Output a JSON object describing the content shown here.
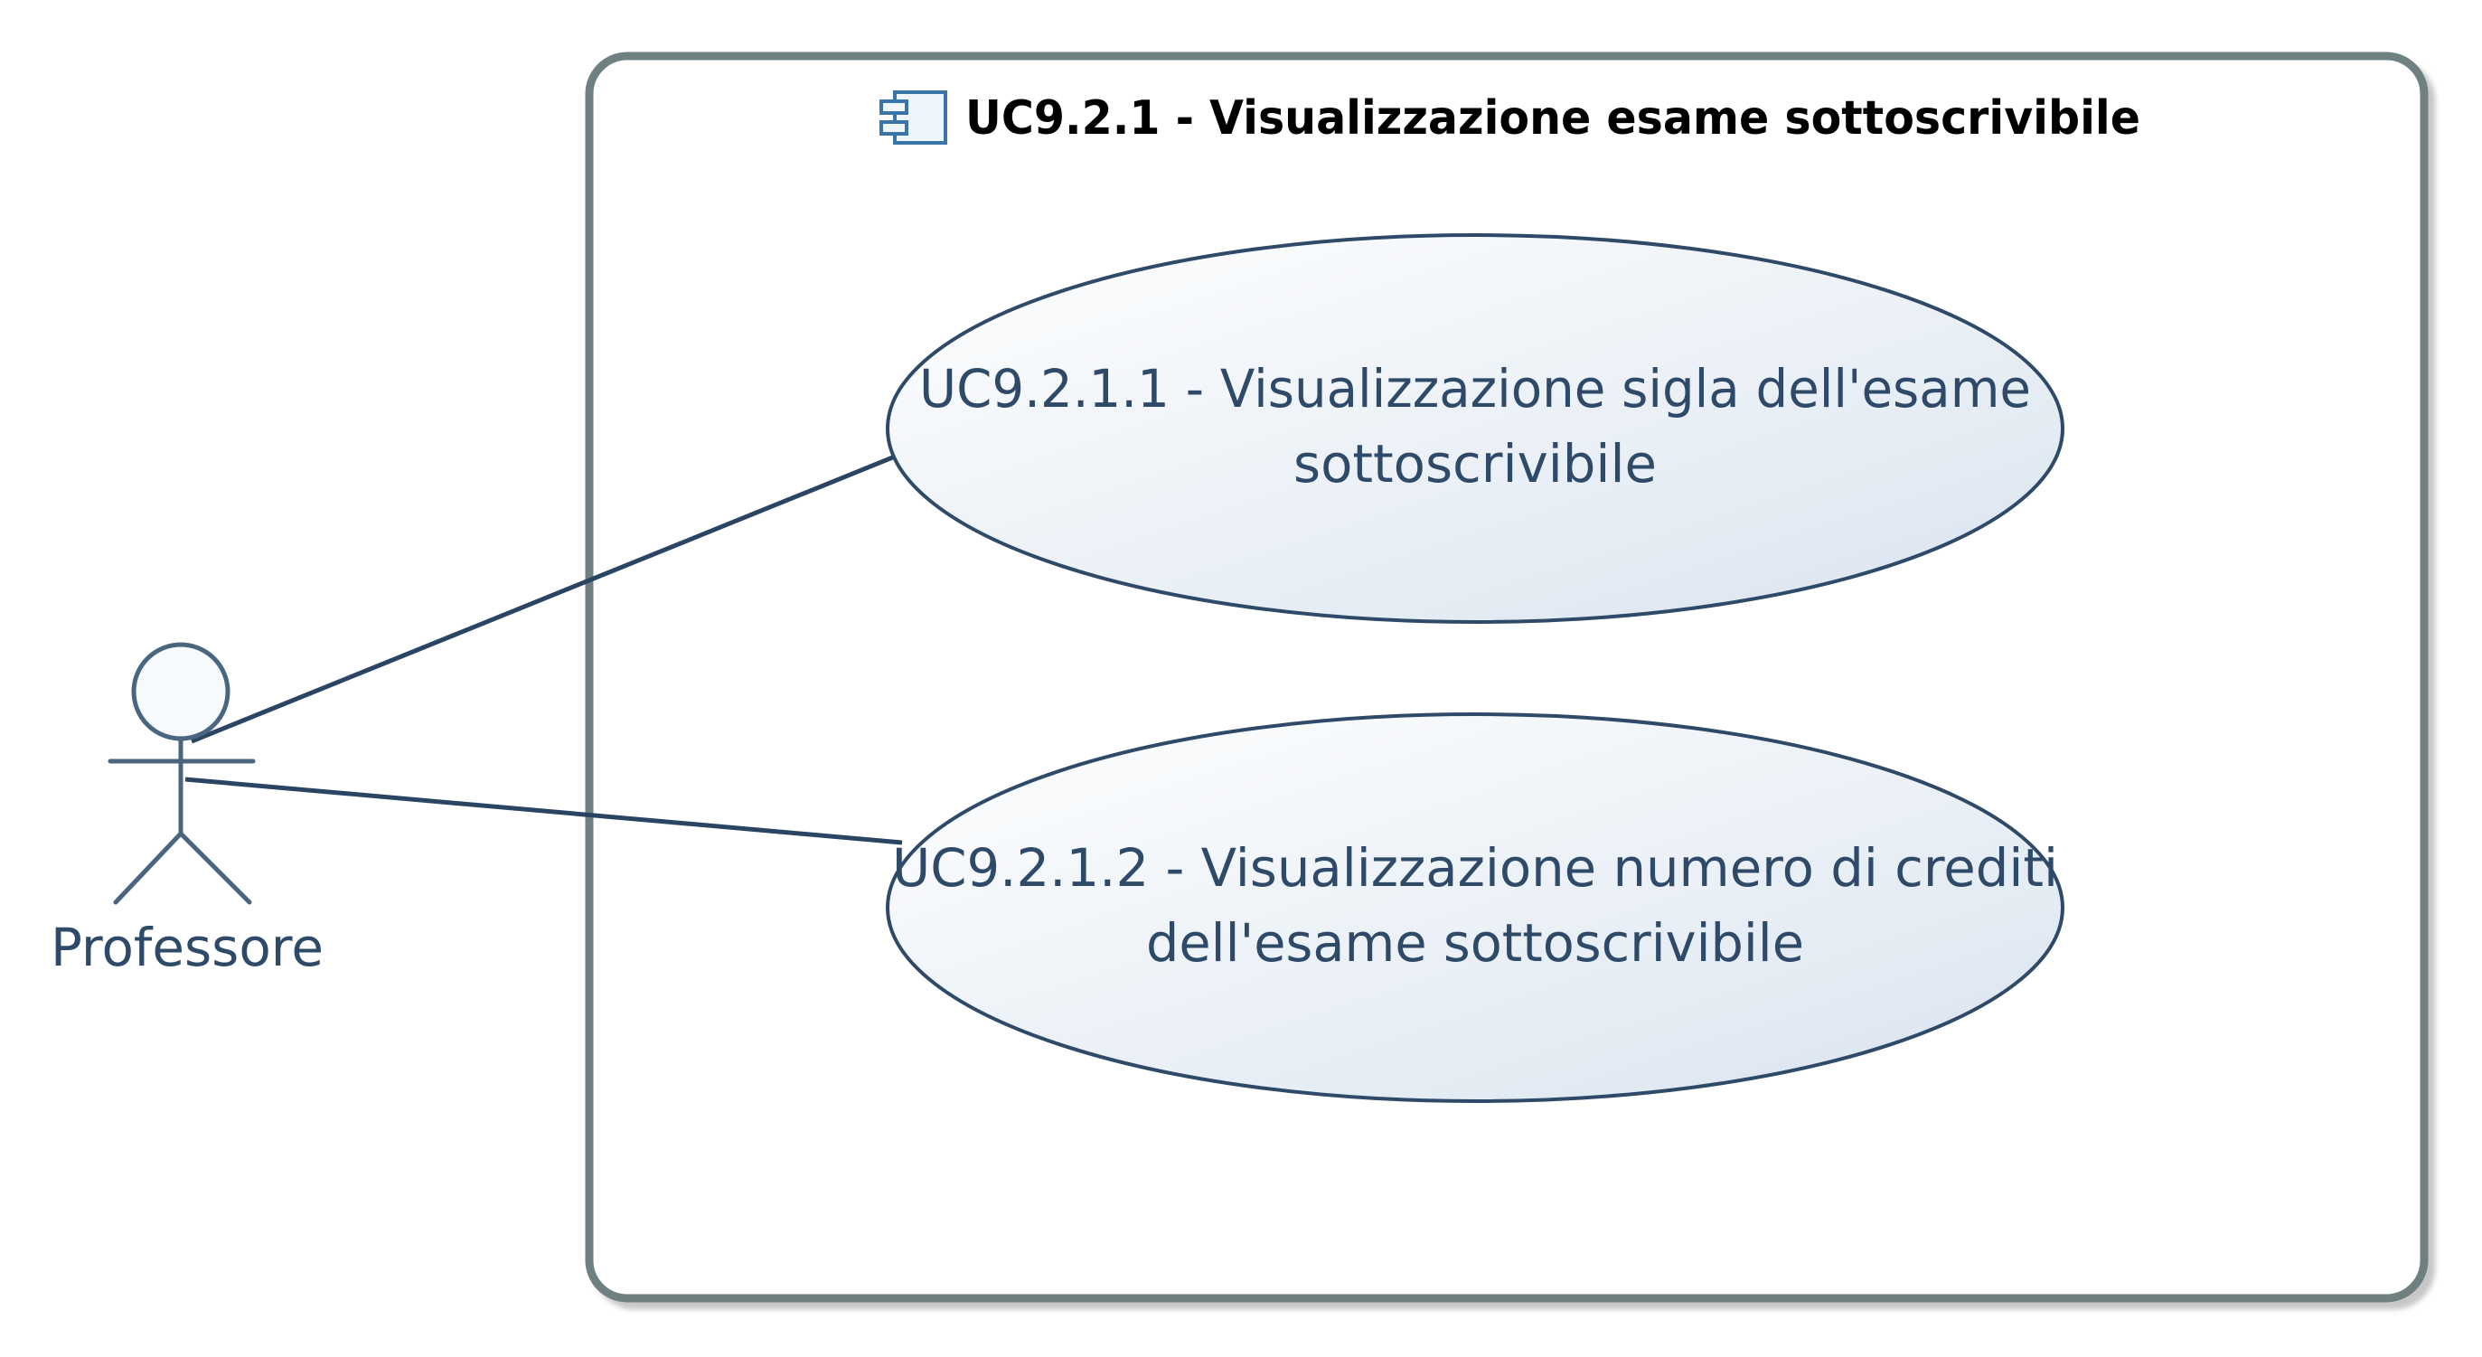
{
  "system": {
    "title": "UC9.2.1 - Visualizzazione esame sottoscrivibile",
    "icon": "component-icon"
  },
  "actor": {
    "name": "Professore",
    "icon": "stick-figure-actor-icon"
  },
  "use_cases": [
    {
      "line1": "UC9.2.1.1 - Visualizzazione sigla dell'esame",
      "line2": "sottoscrivibile"
    },
    {
      "line1": "UC9.2.1.2 - Visualizzazione numero di crediti",
      "line2": "dell'esame sottoscrivibile"
    }
  ],
  "colors": {
    "boundary_stroke": "#6e8080",
    "ellipse_stroke": "#2e4a68",
    "ellipse_fill_top": "#ffffff",
    "ellipse_fill_bottom": "#dce6f0",
    "association_line": "#2a4563",
    "actor_stroke": "#4a6580"
  }
}
